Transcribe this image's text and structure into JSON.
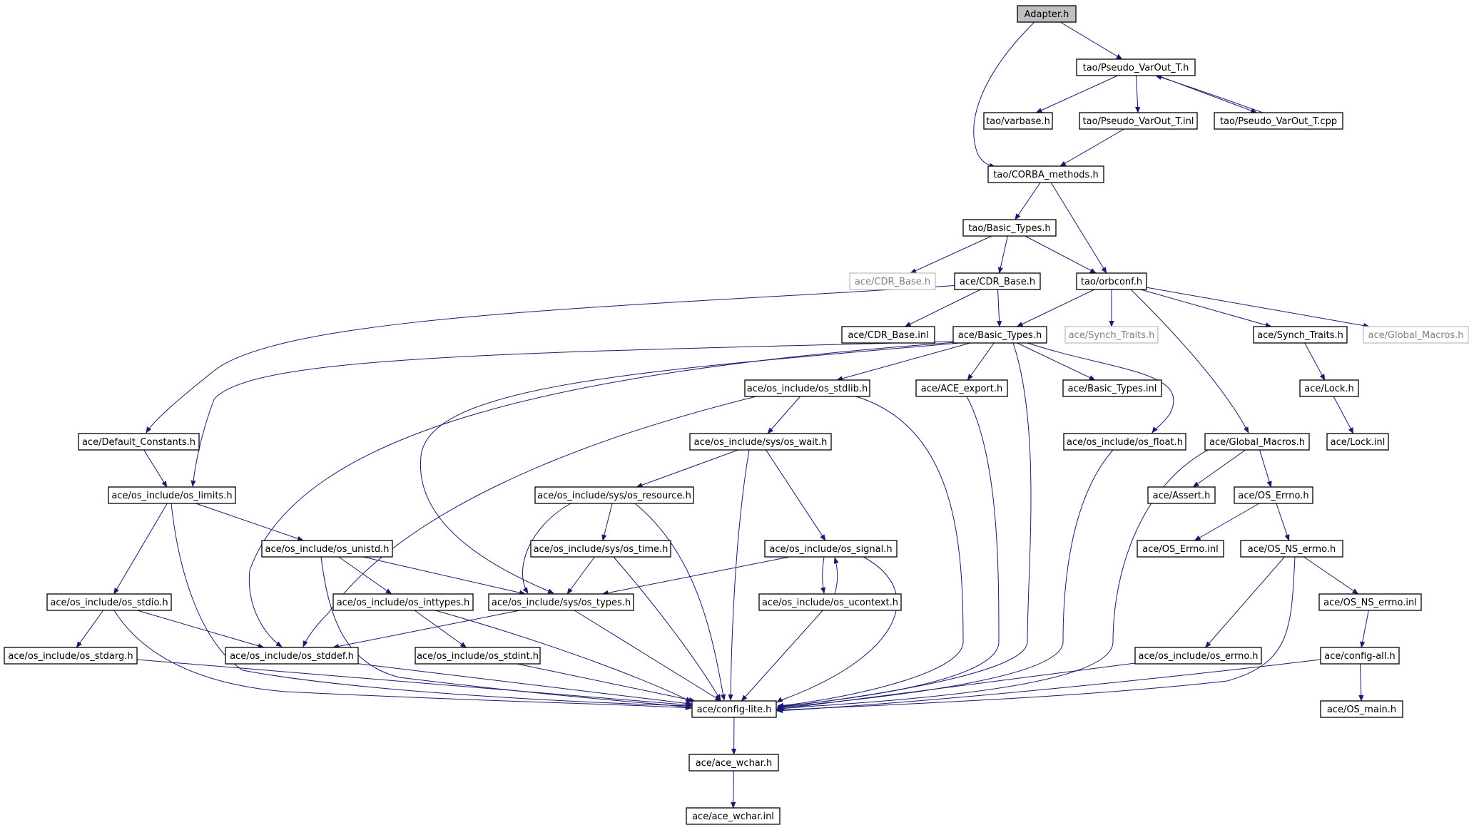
{
  "graph": {
    "colors": {
      "edge": "#191970",
      "node_border": "#000000",
      "node_border_muted": "#bfbfbf",
      "root_fill": "#bfbfbf",
      "node_fill": "#ffffff",
      "text": "#000000",
      "text_muted": "#7f7f7f"
    },
    "nodes": [
      {
        "id": "adapter",
        "label": "Adapter.h",
        "style": "root"
      },
      {
        "id": "pseudo_h",
        "label": "tao/Pseudo_VarOut_T.h"
      },
      {
        "id": "varbase",
        "label": "tao/varbase.h"
      },
      {
        "id": "pseudo_inl",
        "label": "tao/Pseudo_VarOut_T.inl"
      },
      {
        "id": "pseudo_cpp",
        "label": "tao/Pseudo_VarOut_T.cpp"
      },
      {
        "id": "corba_methods",
        "label": "tao/CORBA_methods.h"
      },
      {
        "id": "tao_basic_types",
        "label": "tao/Basic_Types.h"
      },
      {
        "id": "cdr_base_missing",
        "label": "ace/CDR_Base.h",
        "style": "missing"
      },
      {
        "id": "cdr_base",
        "label": "ace/CDR_Base.h"
      },
      {
        "id": "orbconf",
        "label": "tao/orbconf.h"
      },
      {
        "id": "cdr_base_inl",
        "label": "ace/CDR_Base.inl"
      },
      {
        "id": "ace_basic_types",
        "label": "ace/Basic_Types.h"
      },
      {
        "id": "synch_traits_missing",
        "label": "ace/Synch_Traits.h",
        "style": "missing"
      },
      {
        "id": "synch_traits",
        "label": "ace/Synch_Traits.h"
      },
      {
        "id": "global_macros_missing",
        "label": "ace/Global_Macros.h",
        "style": "missing"
      },
      {
        "id": "os_stdlib",
        "label": "ace/os_include/os_stdlib.h"
      },
      {
        "id": "ace_export",
        "label": "ace/ACE_export.h"
      },
      {
        "id": "basic_types_inl",
        "label": "ace/Basic_Types.inl"
      },
      {
        "id": "lock_h",
        "label": "ace/Lock.h"
      },
      {
        "id": "default_constants",
        "label": "ace/Default_Constants.h"
      },
      {
        "id": "os_wait",
        "label": "ace/os_include/sys/os_wait.h"
      },
      {
        "id": "os_float",
        "label": "ace/os_include/os_float.h"
      },
      {
        "id": "global_macros",
        "label": "ace/Global_Macros.h"
      },
      {
        "id": "lock_inl",
        "label": "ace/Lock.inl"
      },
      {
        "id": "os_limits",
        "label": "ace/os_include/os_limits.h"
      },
      {
        "id": "os_resource",
        "label": "ace/os_include/sys/os_resource.h"
      },
      {
        "id": "assert_h",
        "label": "ace/Assert.h"
      },
      {
        "id": "os_errno_h",
        "label": "ace/OS_Errno.h"
      },
      {
        "id": "os_unistd",
        "label": "ace/os_include/os_unistd.h"
      },
      {
        "id": "os_time",
        "label": "ace/os_include/sys/os_time.h"
      },
      {
        "id": "os_signal",
        "label": "ace/os_include/os_signal.h"
      },
      {
        "id": "os_errno_inl",
        "label": "ace/OS_Errno.inl"
      },
      {
        "id": "os_ns_errno_h",
        "label": "ace/OS_NS_errno.h"
      },
      {
        "id": "os_stdio",
        "label": "ace/os_include/os_stdio.h"
      },
      {
        "id": "os_inttypes",
        "label": "ace/os_include/os_inttypes.h"
      },
      {
        "id": "os_types",
        "label": "ace/os_include/sys/os_types.h"
      },
      {
        "id": "os_ucontext",
        "label": "ace/os_include/os_ucontext.h"
      },
      {
        "id": "os_ns_errno_inl",
        "label": "ace/OS_NS_errno.inl"
      },
      {
        "id": "os_stdarg",
        "label": "ace/os_include/os_stdarg.h"
      },
      {
        "id": "os_stddef",
        "label": "ace/os_include/os_stddef.h"
      },
      {
        "id": "os_stdint",
        "label": "ace/os_include/os_stdint.h"
      },
      {
        "id": "os_include_errno",
        "label": "ace/os_include/os_errno.h"
      },
      {
        "id": "config_all",
        "label": "ace/config-all.h"
      },
      {
        "id": "config_lite",
        "label": "ace/config-lite.h"
      },
      {
        "id": "os_main",
        "label": "ace/OS_main.h"
      },
      {
        "id": "ace_wchar_h",
        "label": "ace/ace_wchar.h"
      },
      {
        "id": "ace_wchar_inl",
        "label": "ace/ace_wchar.inl"
      }
    ]
  }
}
